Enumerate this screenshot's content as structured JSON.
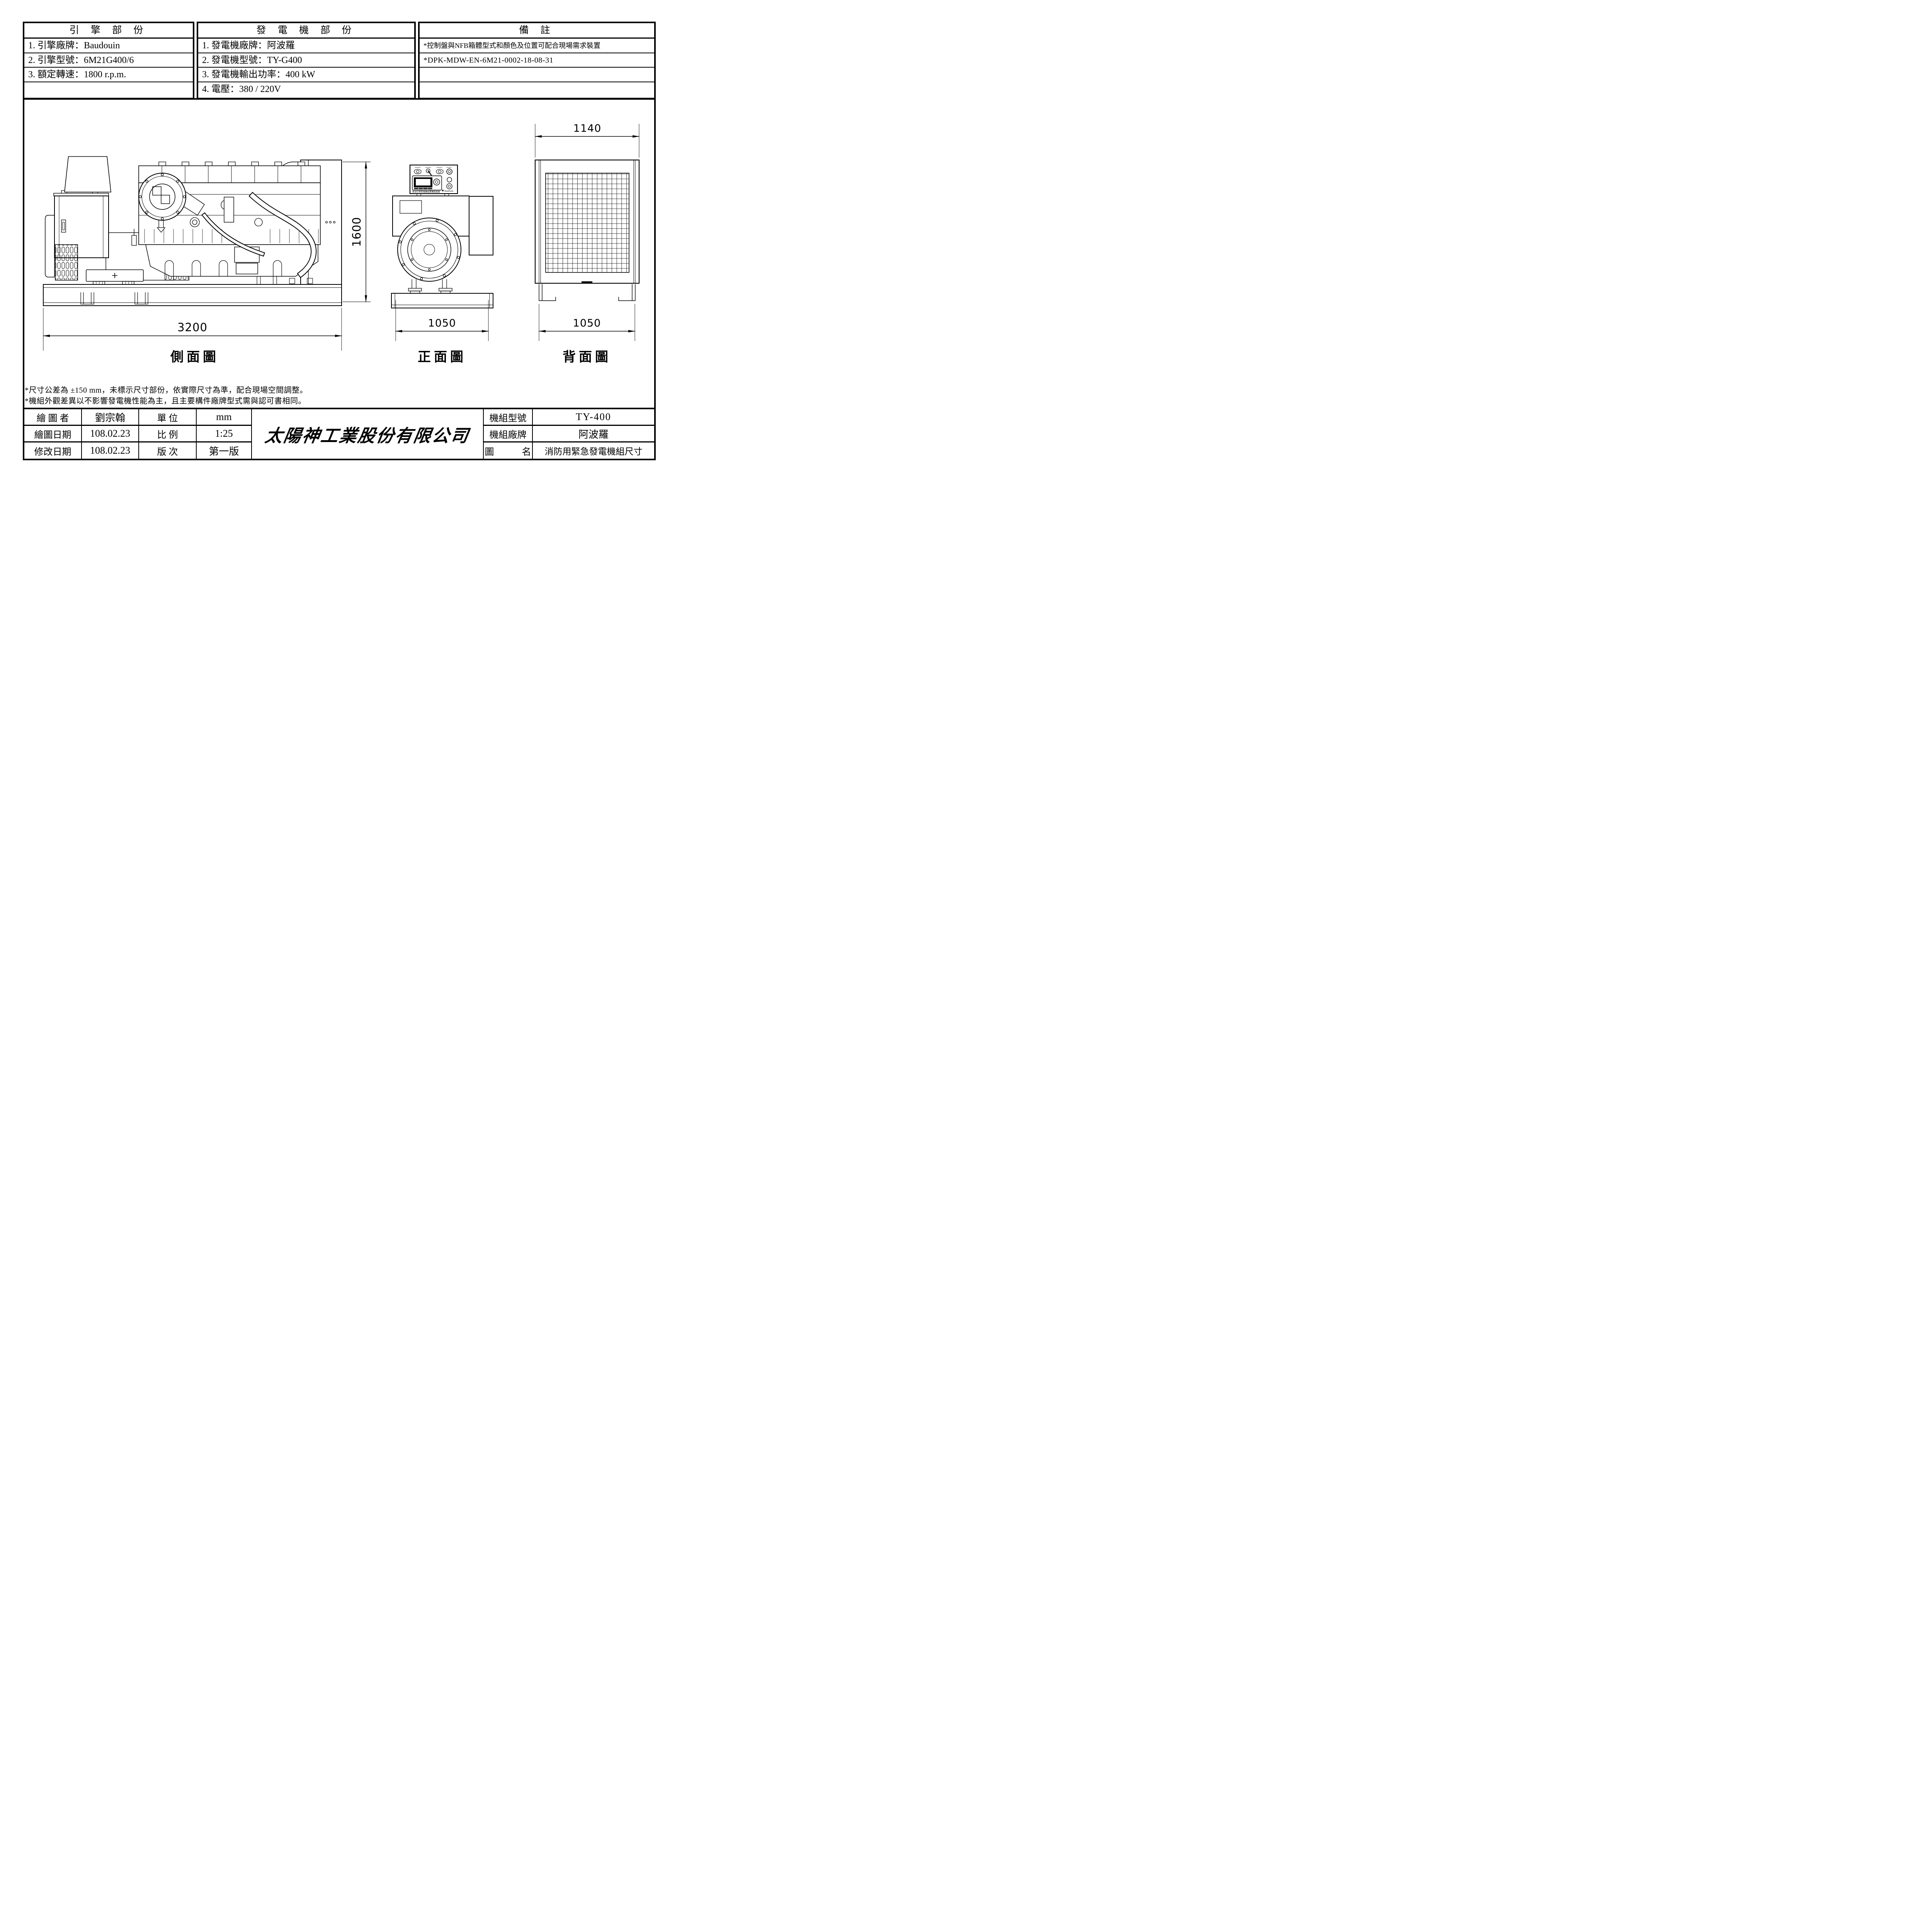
{
  "colors": {
    "ink": "#000000",
    "paper": "#ffffff"
  },
  "spec_tables": {
    "engine": {
      "title": "引 擎 部 份",
      "rows": [
        "1. 引擎廠牌：Baudouin",
        "2. 引擎型號：6M21G400/6",
        "3. 額定轉速：1800 r.p.m.",
        ""
      ]
    },
    "generator": {
      "title": "發 電 機 部 份",
      "rows": [
        "1. 發電機廠牌：阿波羅",
        "2. 發電機型號：TY-G400",
        "3. 發電機輸出功率：400 kW",
        "4. 電壓：380 / 220V"
      ]
    },
    "remarks": {
      "title": "備 註",
      "rows": [
        "*控制盤與NFB箱體型式和顏色及位置可配合現場需求裝置",
        "*DPK-MDW-EN-6M21-0002-18-08-31",
        "",
        ""
      ]
    }
  },
  "views": {
    "side": {
      "label": "側面圖",
      "width_dim": "3200",
      "height_dim": "1600"
    },
    "front": {
      "label": "正面圖",
      "width_dim": "1050",
      "panel_line1": "柴油引擎發電機組專業製造廠",
      "panel_line2": "Diesel engine generators specialized factory",
      "panel_brand": "Baudouin"
    },
    "back": {
      "label": "背面圖",
      "width_dim": "1050",
      "top_dim": "1140"
    }
  },
  "footnotes": [
    "*尺寸公差為 ±150 mm，未標示尺寸部份，依實際尺寸為準，配合現場空間調整。",
    "*機組外觀差異以不影響發電機性能為主，且主要構件廠牌型式需與認可書相同。"
  ],
  "title_block": {
    "drafter_label": "繪  圖  者",
    "drafter": "劉宗翰",
    "unit_label": "單  位",
    "unit": "mm",
    "draw_date_label": "繪圖日期",
    "draw_date": "108.02.23",
    "scale_label": "比  例",
    "scale": "1:25",
    "revise_date_label": "修改日期",
    "revise_date": "108.02.23",
    "version_label": "版  次",
    "version": "第一版",
    "company": "太陽神工業股份有限公司",
    "model_label": "機組型號",
    "model": "TY-400",
    "brand_label": "機組廠牌",
    "brand": "阿波羅",
    "name_label": "圖　　　名",
    "name": "消防用緊急發電機組尺寸"
  }
}
